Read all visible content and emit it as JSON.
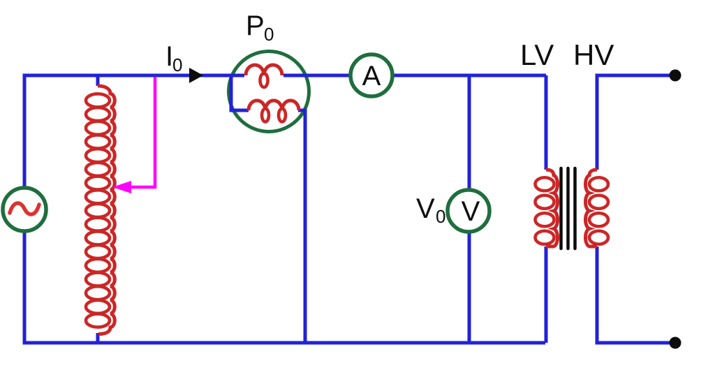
{
  "labels": {
    "wattmeter": {
      "base": "P",
      "sub": "0"
    },
    "no_load_current": {
      "base": "I",
      "sub": "0"
    },
    "no_load_voltage": {
      "base": "V",
      "sub": "0"
    },
    "ammeter": "A",
    "voltmeter": "V",
    "lv_winding": "LV",
    "hv_winding": "HV"
  },
  "colors": {
    "wire": "#2222d8",
    "coil": "#cc2626",
    "ring": "#1f6e3e",
    "tap": "#ff00ff",
    "ink": "#0d0d0d",
    "sine": "#dc3232",
    "bg": "#ffffff"
  },
  "icons": {
    "ac_source": "sine-wave-source-icon",
    "variac": "tapped-coil-icon",
    "variac_tap": "arrow-left-icon",
    "current_direction": "arrow-right-icon",
    "wattmeter": "double-coil-meter-icon",
    "transformer": "two-winding-core-icon",
    "terminals": "dot-terminal-icon"
  }
}
